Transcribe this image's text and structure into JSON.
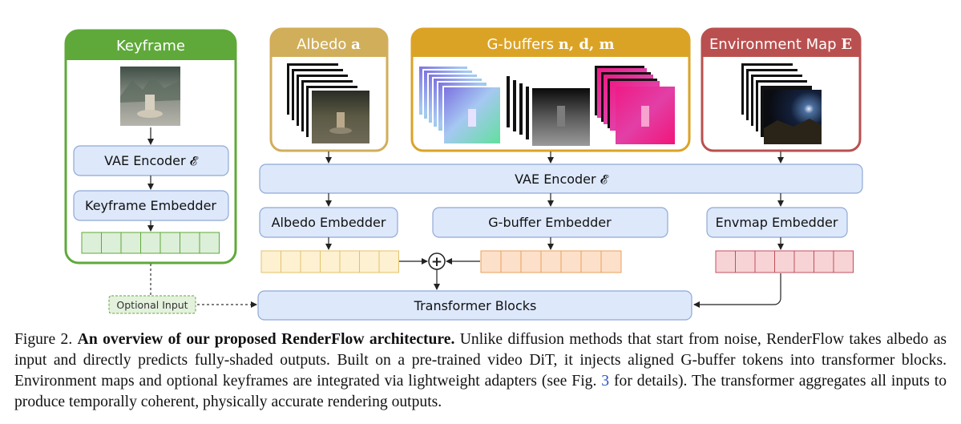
{
  "panels": {
    "keyframe": {
      "title": "Keyframe",
      "color": "#5fa93a"
    },
    "albedo": {
      "title": "Albedo",
      "symbol": "a",
      "color": "#d1ae5a"
    },
    "gbuffers": {
      "title": "G-buffers",
      "symbol": "n, d, m",
      "color": "#dba326"
    },
    "envmap": {
      "title": "Environment Map",
      "symbol": "E",
      "color": "#b9504f"
    }
  },
  "blocks": {
    "kf_vae": "VAE Encoder 𝓔",
    "kf_embedder": "Keyframe Embedder",
    "vae_main": "VAE Encoder 𝓔",
    "albedo_embedder": "Albedo Embedder",
    "gbuffer_embedder": "G-buffer Embedder",
    "envmap_embedder": "Envmap Embedder",
    "transformer": "Transformer Blocks",
    "optional_input": "Optional Input",
    "plus": "+"
  },
  "colors": {
    "block_fill": "#dde8fb",
    "block_stroke": "#8fa9d6",
    "token_green": "#dcefd8",
    "token_yellow": "#fdf1d1",
    "token_orange": "#fde0c9",
    "token_red": "#f7d3d6"
  },
  "caption": {
    "label": "Figure 2.",
    "title": "An overview of our proposed RenderFlow architecture.",
    "text1": "Unlike diffusion methods that start from noise, RenderFlow takes albedo as input and directly predicts fully-shaded outputs. Built on a pre-trained video DiT, it injects aligned G-buffer tokens into transformer blocks. Environment maps and optional keyframes are integrated via lightweight adapters (see Fig.",
    "fig_ref": "3",
    "text2": "for details). The transformer aggregates all inputs to produce temporally coherent, physically accurate rendering outputs."
  }
}
